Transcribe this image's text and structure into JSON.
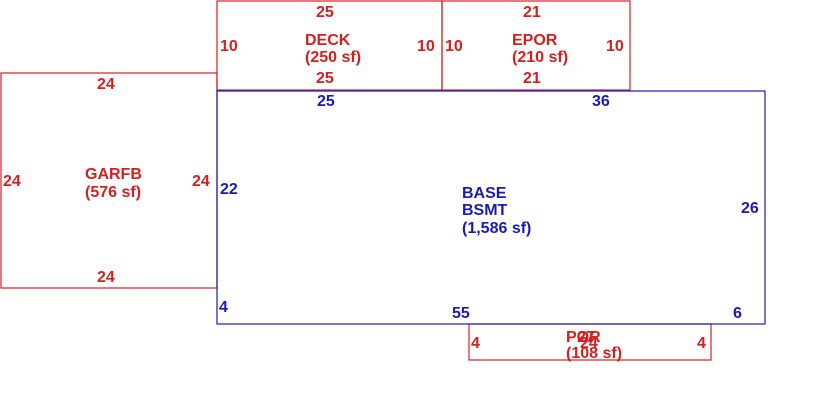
{
  "colors": {
    "garage_deck_porch": "#d62020",
    "basement": "#1a1ab8",
    "background": "#ffffff"
  },
  "deck": {
    "name": "DECK",
    "area": "(250 sf)",
    "top": "25",
    "bottom": "25",
    "left": "10",
    "right": "10"
  },
  "epor": {
    "name": "EPOR",
    "area": "(210 sf)",
    "top": "21",
    "bottom": "21",
    "left": "10",
    "right": "10"
  },
  "garfb": {
    "name": "GARFB",
    "area": "(576 sf)",
    "top": "24",
    "bottom": "24",
    "left": "24",
    "right": "24"
  },
  "base": {
    "name1": "BASE",
    "name2": "BSMT",
    "area": "(1,586 sf)",
    "top_left": "25",
    "top_right": "36",
    "left": "22",
    "right": "26",
    "left_lower": "4",
    "bottom": "55",
    "right_lower": "6"
  },
  "por": {
    "name": "POR",
    "area": "(108 sf)",
    "top": "27",
    "overlap": "24",
    "left": "4",
    "right": "4"
  }
}
